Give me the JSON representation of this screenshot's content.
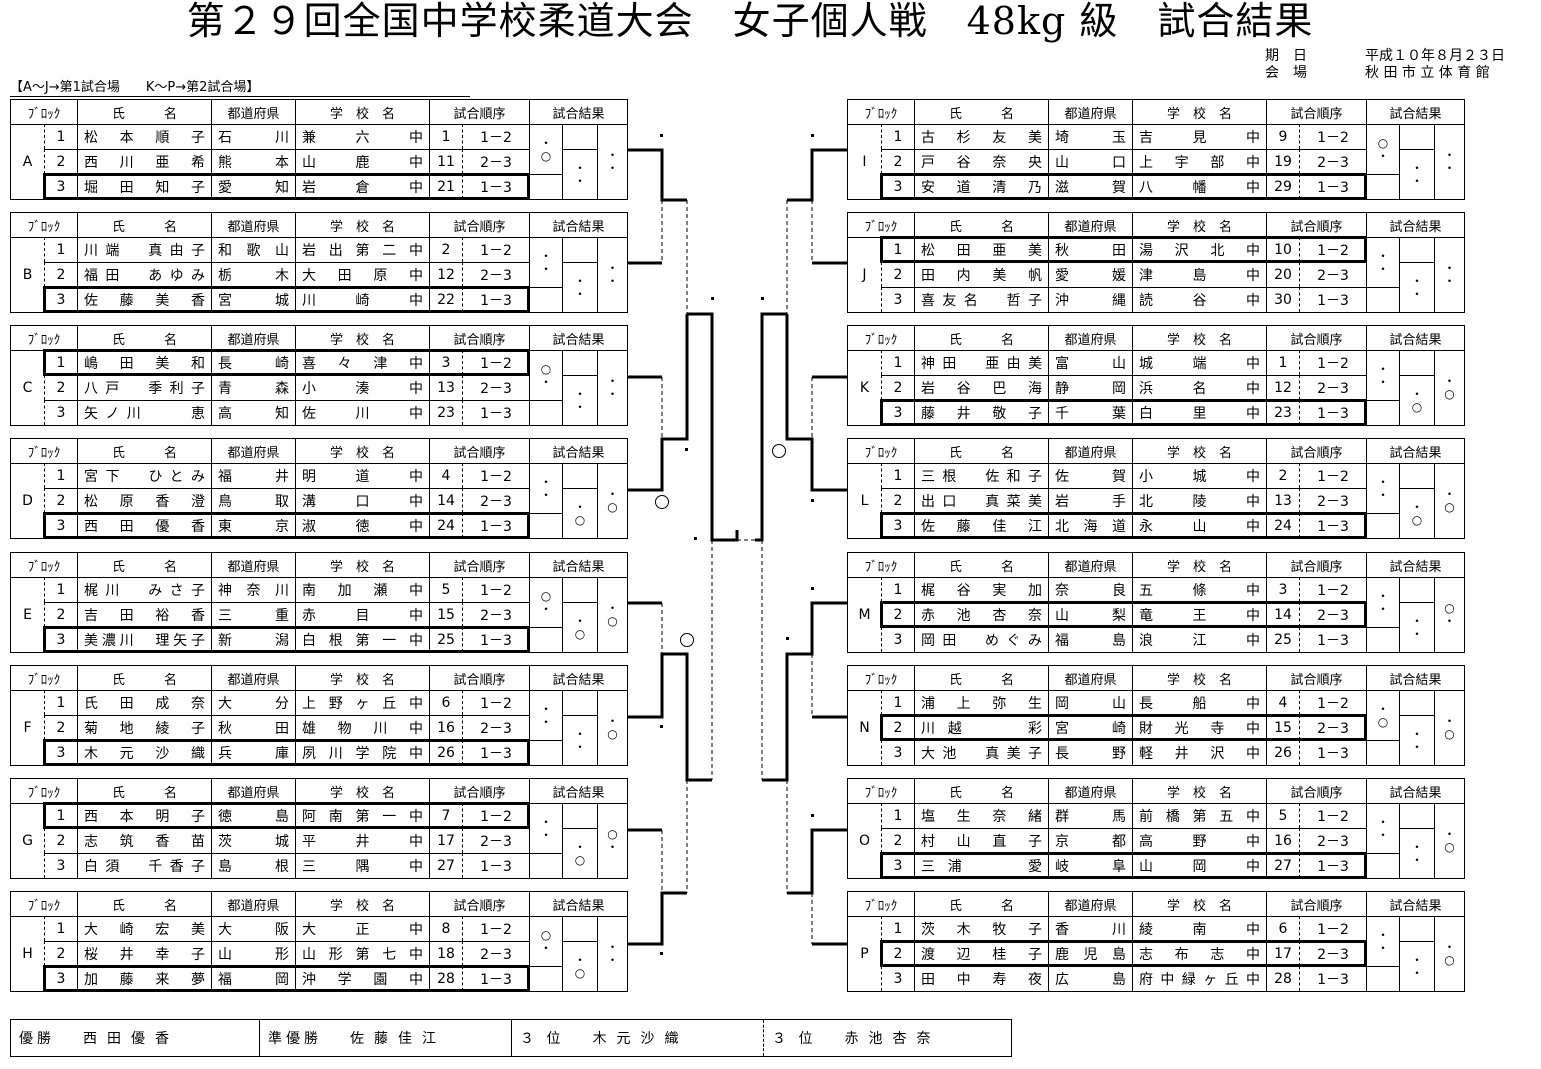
{
  "title": "第２９回全国中学校柔道大会　女子個人戦　48kg 級　試合結果",
  "info": {
    "date_label": "期　日",
    "date": "平成１０年８月２３日",
    "venue_label": "会　場",
    "venue": "秋 田 市 立 体 育 館"
  },
  "note": "【A～J→第1試合場　　K～P→第2試合場】",
  "headers": {
    "block": "ﾌﾞﾛｯｸ",
    "name": "氏　　　名",
    "pref": "都道府県",
    "school": "学　校　名",
    "order": "試合順序",
    "result": "試合結果"
  },
  "left_blocks": [
    {
      "letter": "A",
      "winner_row": 2,
      "rows": [
        {
          "no": "1",
          "name": "松本順子",
          "pref": "石川",
          "school": "兼六中",
          "order": "1",
          "match": "1－2"
        },
        {
          "no": "2",
          "name": "西川亜希",
          "pref": "熊本",
          "school": "山鹿中",
          "order": "11",
          "match": "2－3"
        },
        {
          "no": "3",
          "name": "堀田知子",
          "pref": "愛知",
          "school": "岩倉中",
          "order": "21",
          "match": "1－3"
        }
      ],
      "marks": [
        [
          "・",
          "○"
        ],
        [
          "・",
          "・"
        ],
        [
          "・",
          "・"
        ]
      ]
    },
    {
      "letter": "B",
      "winner_row": 2,
      "rows": [
        {
          "no": "1",
          "name": "川端　真由子",
          "pref": "和歌山",
          "school": "岩出第二中",
          "order": "2",
          "match": "1－2"
        },
        {
          "no": "2",
          "name": "福田　あゆみ",
          "pref": "栃木",
          "school": "大田原中",
          "order": "12",
          "match": "2－3"
        },
        {
          "no": "3",
          "name": "佐藤美香",
          "pref": "宮城",
          "school": "川崎中",
          "order": "22",
          "match": "1－3"
        }
      ],
      "marks": [
        [
          "・",
          "・"
        ],
        [
          "・",
          "・"
        ],
        [
          "・",
          "・"
        ]
      ]
    },
    {
      "letter": "C",
      "winner_row": 0,
      "rows": [
        {
          "no": "1",
          "name": "嶋田美和",
          "pref": "長崎",
          "school": "喜々津中",
          "order": "3",
          "match": "1－2"
        },
        {
          "no": "2",
          "name": "八戸　季利子",
          "pref": "青森",
          "school": "小湊中",
          "order": "13",
          "match": "2－3"
        },
        {
          "no": "3",
          "name": "矢ノ川　　恵",
          "pref": "高知",
          "school": "佐川中",
          "order": "23",
          "match": "1－3"
        }
      ],
      "marks": [
        [
          "○",
          "・"
        ],
        [
          "・",
          "・"
        ],
        [
          "・",
          "・"
        ]
      ]
    },
    {
      "letter": "D",
      "winner_row": 2,
      "rows": [
        {
          "no": "1",
          "name": "宮下　ひとみ",
          "pref": "福井",
          "school": "明道中",
          "order": "4",
          "match": "1－2"
        },
        {
          "no": "2",
          "name": "松原香澄",
          "pref": "鳥取",
          "school": "溝口中",
          "order": "14",
          "match": "2－3"
        },
        {
          "no": "3",
          "name": "西田優香",
          "pref": "東京",
          "school": "淑徳中",
          "order": "24",
          "match": "1－3"
        }
      ],
      "marks": [
        [
          "・",
          "・"
        ],
        [
          "・",
          "○"
        ],
        [
          "・",
          "○"
        ]
      ]
    },
    {
      "letter": "E",
      "winner_row": 2,
      "rows": [
        {
          "no": "1",
          "name": "梶川　みさ子",
          "pref": "神奈川",
          "school": "南加瀬中",
          "order": "5",
          "match": "1－2"
        },
        {
          "no": "2",
          "name": "吉田裕香",
          "pref": "三重",
          "school": "赤目中",
          "order": "15",
          "match": "2－3"
        },
        {
          "no": "3",
          "name": "美濃川　理矢子",
          "pref": "新潟",
          "school": "白根第一中",
          "order": "25",
          "match": "1－3"
        }
      ],
      "marks": [
        [
          "○",
          "・"
        ],
        [
          "・",
          "○"
        ],
        [
          "・",
          "○"
        ]
      ]
    },
    {
      "letter": "F",
      "winner_row": 2,
      "rows": [
        {
          "no": "1",
          "name": "氏田成奈",
          "pref": "大分",
          "school": "上野ヶ丘中",
          "order": "6",
          "match": "1－2"
        },
        {
          "no": "2",
          "name": "菊地綾子",
          "pref": "秋田",
          "school": "雄物川中",
          "order": "16",
          "match": "2－3"
        },
        {
          "no": "3",
          "name": "木元沙織",
          "pref": "兵庫",
          "school": "夙川学院中",
          "order": "26",
          "match": "1－3"
        }
      ],
      "marks": [
        [
          "・",
          "・"
        ],
        [
          "・",
          "・"
        ],
        [
          "・",
          "○"
        ]
      ]
    },
    {
      "letter": "G",
      "winner_row": 0,
      "rows": [
        {
          "no": "1",
          "name": "西本明子",
          "pref": "徳島",
          "school": "阿南第一中",
          "order": "7",
          "match": "1－2"
        },
        {
          "no": "2",
          "name": "志筑香苗",
          "pref": "茨城",
          "school": "平井中",
          "order": "17",
          "match": "2－3"
        },
        {
          "no": "3",
          "name": "白須　千香子",
          "pref": "島根",
          "school": "三隅中",
          "order": "27",
          "match": "1－3"
        }
      ],
      "marks": [
        [
          "・",
          "・"
        ],
        [
          "・",
          "○"
        ],
        [
          "○",
          "・"
        ]
      ]
    },
    {
      "letter": "H",
      "winner_row": 2,
      "rows": [
        {
          "no": "1",
          "name": "大崎宏美",
          "pref": "大阪",
          "school": "大正中",
          "order": "8",
          "match": "1－2"
        },
        {
          "no": "2",
          "name": "桜井幸子",
          "pref": "山形",
          "school": "山形第七中",
          "order": "18",
          "match": "2－3"
        },
        {
          "no": "3",
          "name": "加藤来夢",
          "pref": "福岡",
          "school": "沖学園中",
          "order": "28",
          "match": "1－3"
        }
      ],
      "marks": [
        [
          "○",
          "・"
        ],
        [
          "・",
          "○"
        ],
        [
          "・",
          "・"
        ]
      ]
    }
  ],
  "right_blocks": [
    {
      "letter": "I",
      "winner_row": 2,
      "rows": [
        {
          "no": "1",
          "name": "古杉友美",
          "pref": "埼玉",
          "school": "吉見中",
          "order": "9",
          "match": "1－2"
        },
        {
          "no": "2",
          "name": "戸谷奈央",
          "pref": "山口",
          "school": "上宇部中",
          "order": "19",
          "match": "2－3"
        },
        {
          "no": "3",
          "name": "安道清乃",
          "pref": "滋賀",
          "school": "八幡中",
          "order": "29",
          "match": "1－3"
        }
      ],
      "marks": [
        [
          "○",
          "・"
        ],
        [
          "・",
          "・"
        ],
        [
          "・",
          "・"
        ]
      ]
    },
    {
      "letter": "J",
      "winner_row": 0,
      "rows": [
        {
          "no": "1",
          "name": "松田亜美",
          "pref": "秋田",
          "school": "湯沢北中",
          "order": "10",
          "match": "1－2"
        },
        {
          "no": "2",
          "name": "田内美帆",
          "pref": "愛媛",
          "school": "津島中",
          "order": "20",
          "match": "2－3"
        },
        {
          "no": "3",
          "name": "喜友名　哲子",
          "pref": "沖縄",
          "school": "読谷中",
          "order": "30",
          "match": "1－3"
        }
      ],
      "marks": [
        [
          "・",
          "・"
        ],
        [
          "・",
          "・"
        ],
        [
          "・",
          "・"
        ]
      ]
    },
    {
      "letter": "K",
      "winner_row": 2,
      "rows": [
        {
          "no": "1",
          "name": "神田　亜由美",
          "pref": "富山",
          "school": "城端中",
          "order": "1",
          "match": "1－2"
        },
        {
          "no": "2",
          "name": "岩谷巴海",
          "pref": "静岡",
          "school": "浜名中",
          "order": "12",
          "match": "2－3"
        },
        {
          "no": "3",
          "name": "藤井敬子",
          "pref": "千葉",
          "school": "白里中",
          "order": "23",
          "match": "1－3"
        }
      ],
      "marks": [
        [
          "・",
          "・"
        ],
        [
          "・",
          "○"
        ],
        [
          "・",
          "○"
        ]
      ]
    },
    {
      "letter": "L",
      "winner_row": 2,
      "rows": [
        {
          "no": "1",
          "name": "三根　佐和子",
          "pref": "佐賀",
          "school": "小城中",
          "order": "2",
          "match": "1－2"
        },
        {
          "no": "2",
          "name": "出口　真菜美",
          "pref": "岩手",
          "school": "北陵中",
          "order": "13",
          "match": "2－3"
        },
        {
          "no": "3",
          "name": "佐藤佳江",
          "pref": "北海道",
          "school": "永山中",
          "order": "24",
          "match": "1－3"
        }
      ],
      "marks": [
        [
          "・",
          "・"
        ],
        [
          "・",
          "○"
        ],
        [
          "・",
          "○"
        ]
      ]
    },
    {
      "letter": "M",
      "winner_row": 1,
      "rows": [
        {
          "no": "1",
          "name": "梶谷実加",
          "pref": "奈良",
          "school": "五條中",
          "order": "3",
          "match": "1－2"
        },
        {
          "no": "2",
          "name": "赤池杏奈",
          "pref": "山梨",
          "school": "竜王中",
          "order": "14",
          "match": "2－3"
        },
        {
          "no": "3",
          "name": "岡田　めぐみ",
          "pref": "福島",
          "school": "浪江中",
          "order": "25",
          "match": "1－3"
        }
      ],
      "marks": [
        [
          "・",
          "・"
        ],
        [
          "・",
          "・"
        ],
        [
          "○",
          "・"
        ]
      ]
    },
    {
      "letter": "N",
      "winner_row": 1,
      "rows": [
        {
          "no": "1",
          "name": "浦上弥生",
          "pref": "岡山",
          "school": "長船中",
          "order": "4",
          "match": "1－2"
        },
        {
          "no": "2",
          "name": "川越　　彩",
          "pref": "宮崎",
          "school": "財光寺中",
          "order": "15",
          "match": "2－3"
        },
        {
          "no": "3",
          "name": "大池　真美子",
          "pref": "長野",
          "school": "軽井沢中",
          "order": "26",
          "match": "1－3"
        }
      ],
      "marks": [
        [
          "・",
          "○"
        ],
        [
          "・",
          "・"
        ],
        [
          "・",
          "○"
        ]
      ]
    },
    {
      "letter": "O",
      "winner_row": 2,
      "rows": [
        {
          "no": "1",
          "name": "塩生奈緒",
          "pref": "群馬",
          "school": "前橋第五中",
          "order": "5",
          "match": "1－2"
        },
        {
          "no": "2",
          "name": "村山直子",
          "pref": "京都",
          "school": "高野中",
          "order": "16",
          "match": "2－3"
        },
        {
          "no": "3",
          "name": "三浦　　愛",
          "pref": "岐阜",
          "school": "山岡中",
          "order": "27",
          "match": "1－3"
        }
      ],
      "marks": [
        [
          "・",
          "・"
        ],
        [
          "・",
          "・"
        ],
        [
          "・",
          "○"
        ]
      ]
    },
    {
      "letter": "P",
      "winner_row": 1,
      "rows": [
        {
          "no": "1",
          "name": "茨木牧子",
          "pref": "香川",
          "school": "綾南中",
          "order": "6",
          "match": "1－2"
        },
        {
          "no": "2",
          "name": "渡辺桂子",
          "pref": "鹿児島",
          "school": "志布志中",
          "order": "17",
          "match": "2－3"
        },
        {
          "no": "3",
          "name": "田中寿夜",
          "pref": "広島",
          "school": "府中緑ヶ丘中",
          "order": "28",
          "match": "1－3"
        }
      ],
      "marks": [
        [
          "・",
          "・"
        ],
        [
          "・",
          "・"
        ],
        [
          "・",
          "○"
        ]
      ]
    }
  ],
  "final_results": [
    {
      "label": "優勝",
      "name": "西田優香"
    },
    {
      "label": "準優勝",
      "name": "佐藤佳江"
    },
    {
      "label": "３ 位",
      "name": "木元沙織"
    },
    {
      "label": "３ 位",
      "name": "赤池杏奈"
    }
  ]
}
